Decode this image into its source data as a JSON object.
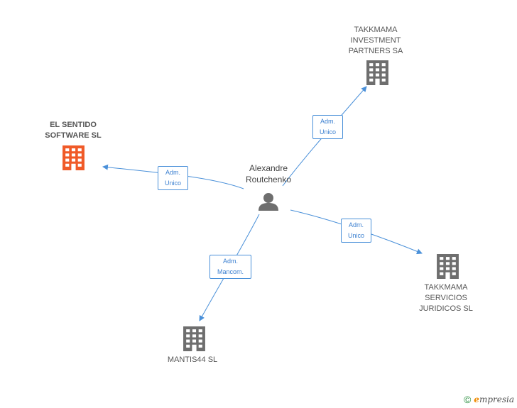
{
  "person": {
    "name": "Alexandre\nRoutchenko"
  },
  "companies": [
    {
      "id": "el-sentido",
      "name": "EL SENTIDO\nSOFTWARE  SL",
      "color": "#f05a28"
    },
    {
      "id": "takkmama-investment",
      "name": "TAKKMAMA\nINVESTMENT\nPARTNERS SA",
      "color": "#6e6e6e"
    },
    {
      "id": "takkmama-servicios",
      "name": "TAKKMAMA\nSERVICIOS\nJURIDICOS  SL",
      "color": "#6e6e6e"
    },
    {
      "id": "mantis44",
      "name": "MANTIS44 SL",
      "color": "#6e6e6e"
    }
  ],
  "edges": [
    {
      "to": "el-sentido",
      "label": "Adm.\nUnico"
    },
    {
      "to": "takkmama-investment",
      "label": "Adm.\nUnico"
    },
    {
      "to": "takkmama-servicios",
      "label": "Adm.\nUnico"
    },
    {
      "to": "mantis44",
      "label": "Adm.\nMancom."
    }
  ],
  "colors": {
    "edge": "#4a90d9",
    "person": "#6e6e6e"
  },
  "footer": {
    "copyright": "©",
    "brand_e": "e",
    "brand_rest": "mpresia"
  }
}
